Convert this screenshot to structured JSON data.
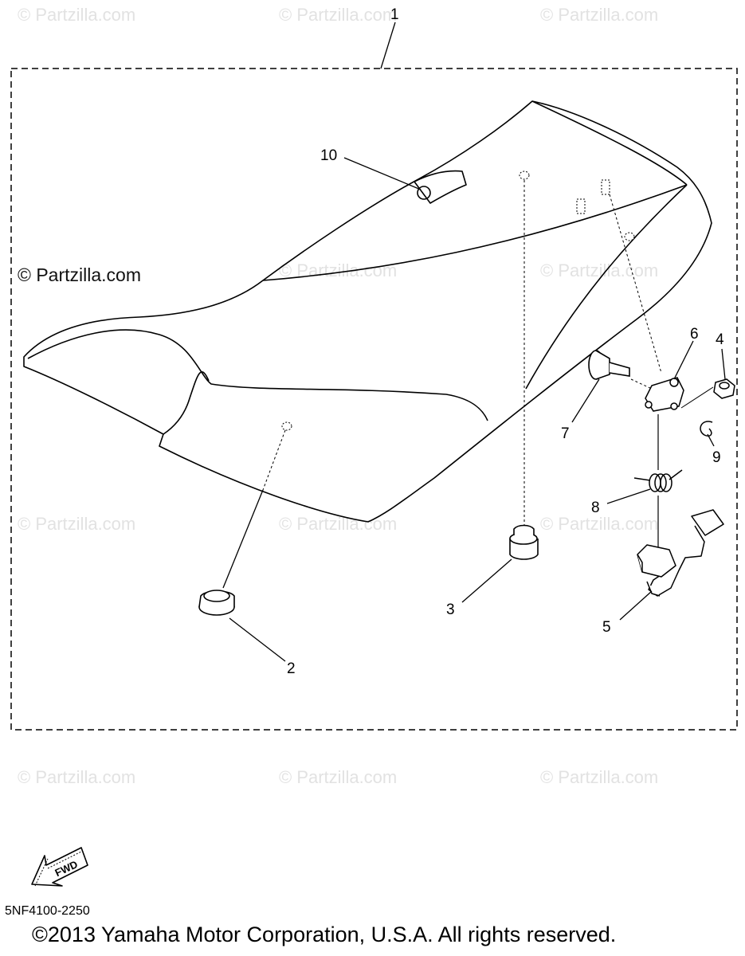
{
  "watermark_text": "© Partzilla.com",
  "callouts": {
    "c1": "1",
    "c2": "2",
    "c3": "3",
    "c4": "4",
    "c5": "5",
    "c6": "6",
    "c7": "7",
    "c8": "8",
    "c9": "9",
    "c10": "10"
  },
  "fwd_label": "FWD",
  "diagram_code": "5NF4100-2250",
  "copyright": "©2013 Yamaha Motor Corporation, U.S.A. All rights reserved."
}
